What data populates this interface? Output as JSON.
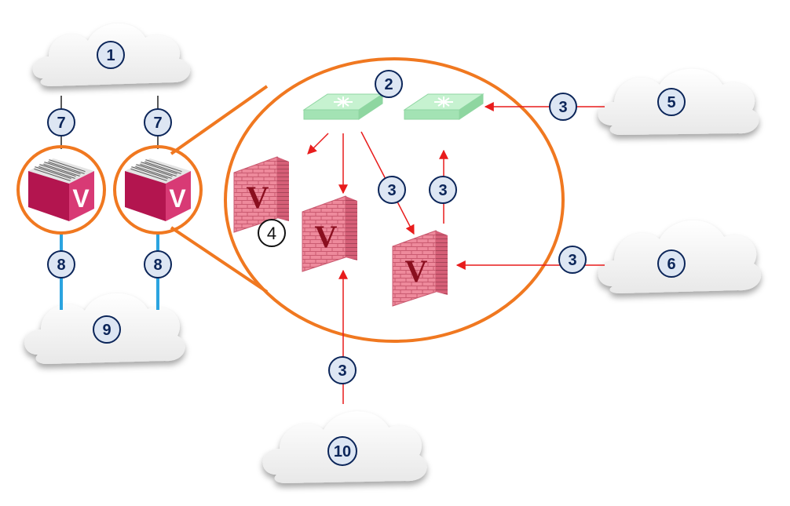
{
  "diagram": {
    "labels": {
      "cloud_top_left": "1",
      "routers": "2",
      "link": "3",
      "firewall_group": "4",
      "cloud_top_right": "5",
      "cloud_mid_right": "6",
      "uplink": "7",
      "downlink": "8",
      "cloud_bottom_left": "9",
      "cloud_bottom_center": "10"
    },
    "colors": {
      "accent_orange": "#f07820",
      "arrow_red": "#e81c1c",
      "badge_fill": "#dde6f3",
      "badge_stroke": "#0b2559",
      "appliance_magenta": "#c8235e",
      "router_green": "#b9edc6",
      "firewall_pink": "#e8778c",
      "link_blue": "#2ba4e0"
    },
    "icons": [
      "cloud-icon",
      "appliance-icon",
      "router-icon",
      "firewall-icon"
    ]
  }
}
